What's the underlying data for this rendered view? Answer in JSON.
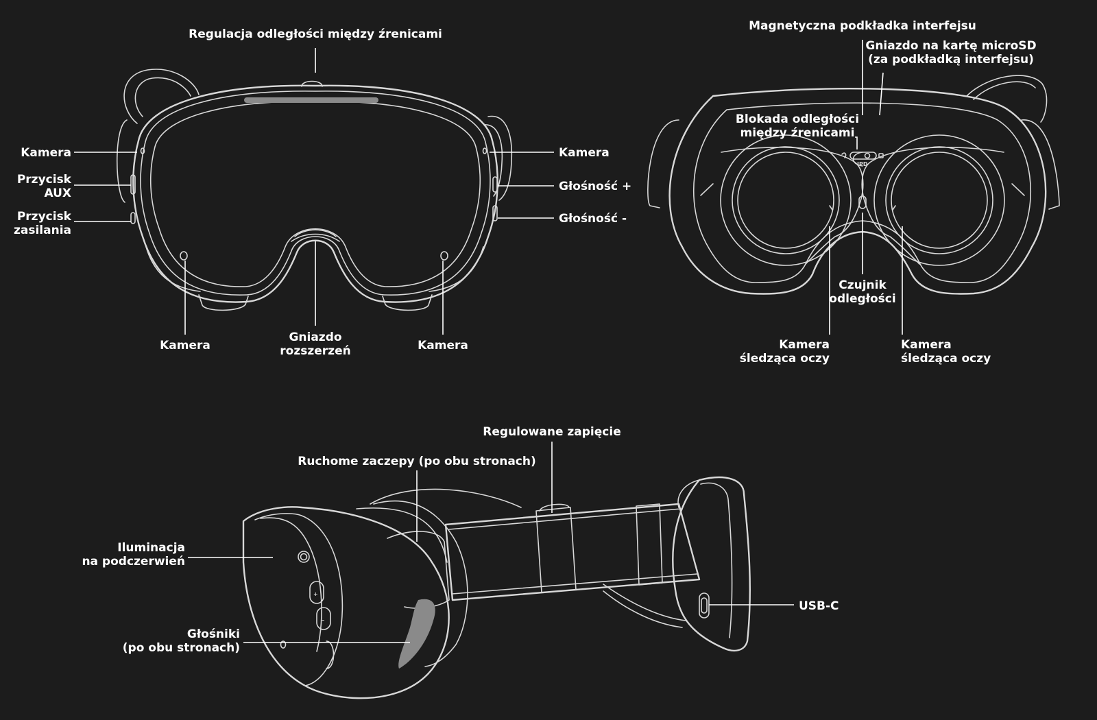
{
  "front_view": {
    "ipd_adjust": "Regulacja odległości między źrenicami",
    "camera_left": "Kamera",
    "aux_button": [
      "Przycisk",
      "AUX"
    ],
    "power_button": [
      "Przycisk",
      "zasilania"
    ],
    "camera_right": "Kamera",
    "volume_up": "Głośność +",
    "volume_down": "Głośność -",
    "camera_bottom_left": "Kamera",
    "expansion_slot": [
      "Gniazdo",
      "rozszerzeń"
    ],
    "camera_bottom_right": "Kamera"
  },
  "back_view": {
    "magnetic_pad": "Magnetyczna podkładka interfejsu",
    "microsd_slot": [
      "Gniazdo na kartę microSD",
      "(za podkładką interfejsu)"
    ],
    "ipd_lock": [
      "Blokada odległości",
      "między źrenicami"
    ],
    "ipd_switch_text": "IPD",
    "proximity_sensor": [
      "Czujnik",
      "odległości"
    ],
    "eye_tracking_left": [
      "Kamera",
      "śledząca oczy"
    ],
    "eye_tracking_right": [
      "Kamera",
      "śledząca oczy"
    ]
  },
  "side_view": {
    "adjustable_clip": "Regulowane zapięcie",
    "movable_hooks": "Ruchome zaczepy (po obu stronach)",
    "ir_illumination": [
      "Iluminacja",
      "na podczerwień"
    ],
    "speakers": [
      "Głośniki",
      "(po obu stronach)"
    ],
    "usb_c": "USB-C",
    "plus_symbol": "+",
    "minus_symbol": "−"
  },
  "colors": {
    "background": "#1c1c1c",
    "line_art": "#d8d8d8",
    "label_text": "#ffffff"
  }
}
